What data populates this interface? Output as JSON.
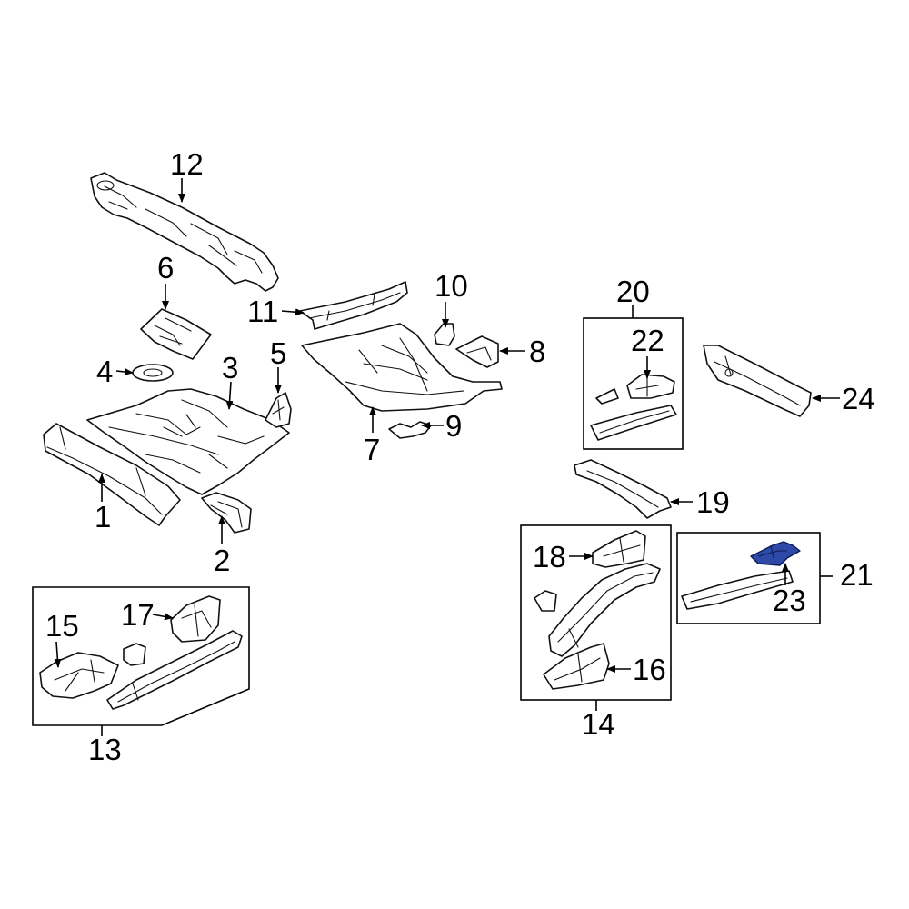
{
  "diagram": {
    "highlight_color": "#2e4aa8",
    "highlighted_part": "23",
    "callouts": {
      "c1": "1",
      "c2": "2",
      "c3": "3",
      "c4": "4",
      "c5": "5",
      "c6": "6",
      "c7": "7",
      "c8": "8",
      "c9": "9",
      "c10": "10",
      "c11": "11",
      "c12": "12",
      "c13": "13",
      "c14": "14",
      "c15": "15",
      "c16": "16",
      "c17": "17",
      "c18": "18",
      "c19": "19",
      "c20": "20",
      "c21": "21",
      "c22": "22",
      "c23": "23",
      "c24": "24"
    }
  }
}
